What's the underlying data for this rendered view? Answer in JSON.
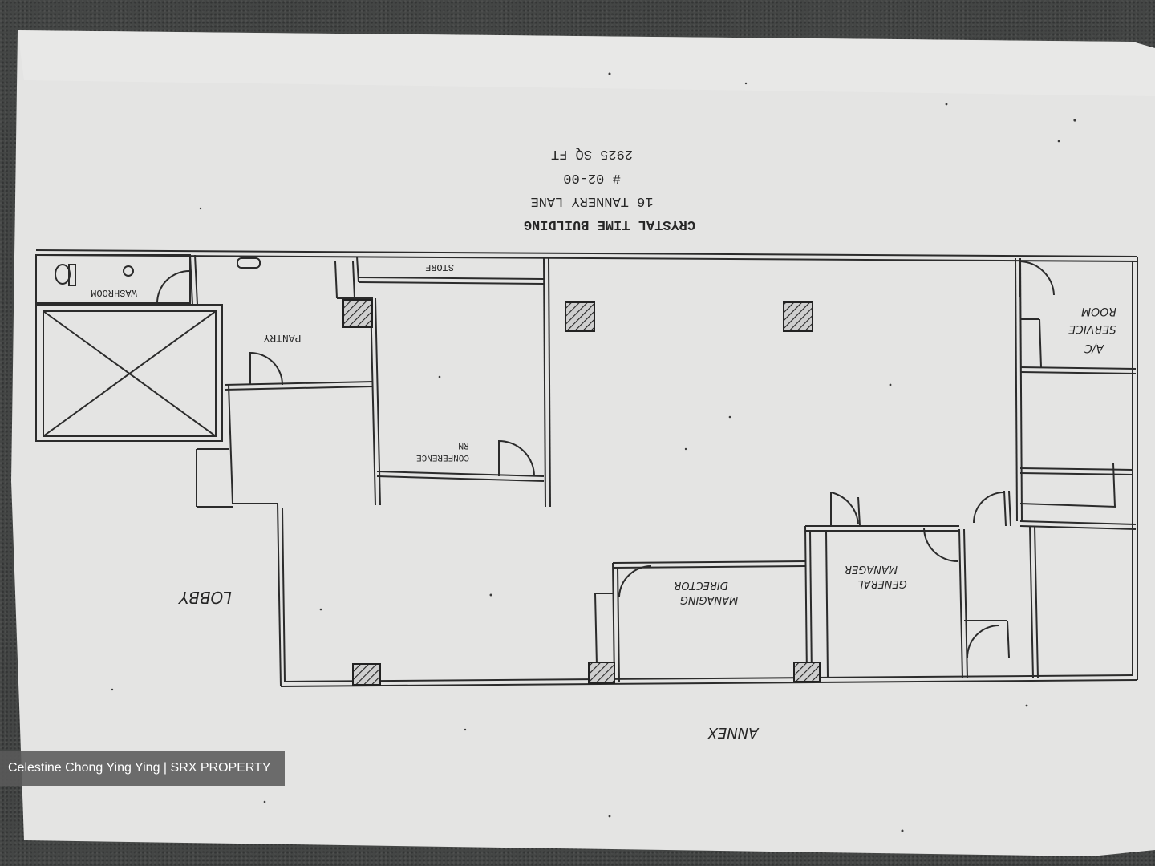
{
  "header": {
    "building": "CRYSTAL TIME BUILDING",
    "address": "16 TANNERY LANE",
    "unit": "# 02-00",
    "area": "2925 SQ FT"
  },
  "rooms": {
    "washroom": "WASHROOM",
    "pantry": "PANTRY",
    "store": "STORE",
    "conference_line1": "CONFERENCE",
    "conference_line2": "RM",
    "service_line1": "A/C",
    "service_line2": "SERVICE",
    "service_line3": "ROOM",
    "managing_line1": "MANAGING",
    "managing_line2": "DIRECTOR",
    "general_line1": "GENERAL",
    "general_line2": "MANAGER",
    "lobby": "LOBBY",
    "annex": "ANNEX"
  },
  "watermark": "Celestine Chong Ying Ying | SRX PROPERTY",
  "colors": {
    "paper": "#e6e6e6",
    "ink": "#2a2a2a",
    "carpet": "#444645"
  }
}
